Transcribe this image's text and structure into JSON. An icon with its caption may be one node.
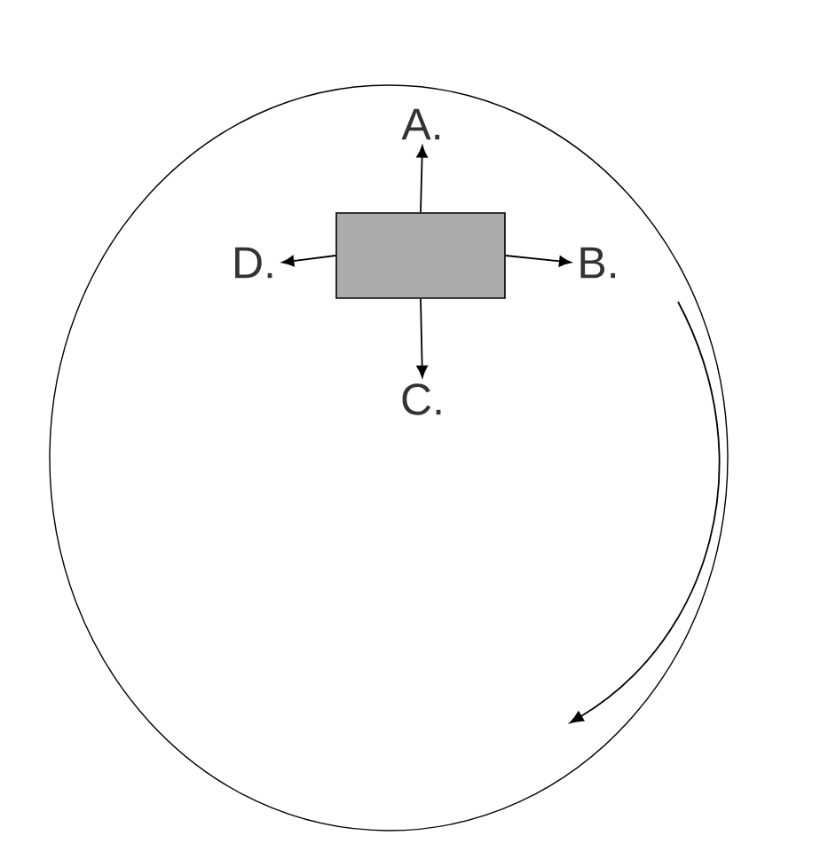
{
  "diagram": {
    "nodes": [
      {
        "text": [],
        "shape": "box"
      },
      {
        "text": [
          "A."
        ]
      },
      {
        "text": [
          "B."
        ]
      },
      {
        "text": [
          "C."
        ]
      },
      {
        "text": [
          "D."
        ]
      }
    ],
    "edges": [
      {
        "from": 0,
        "to": 1,
        "arrow": "to"
      },
      {
        "from": 0,
        "to": 2,
        "arrow": "to"
      },
      {
        "from": 0,
        "to": 3,
        "arrow": "to"
      },
      {
        "from": 0,
        "to": 4,
        "arrow": "to"
      }
    ]
  }
}
